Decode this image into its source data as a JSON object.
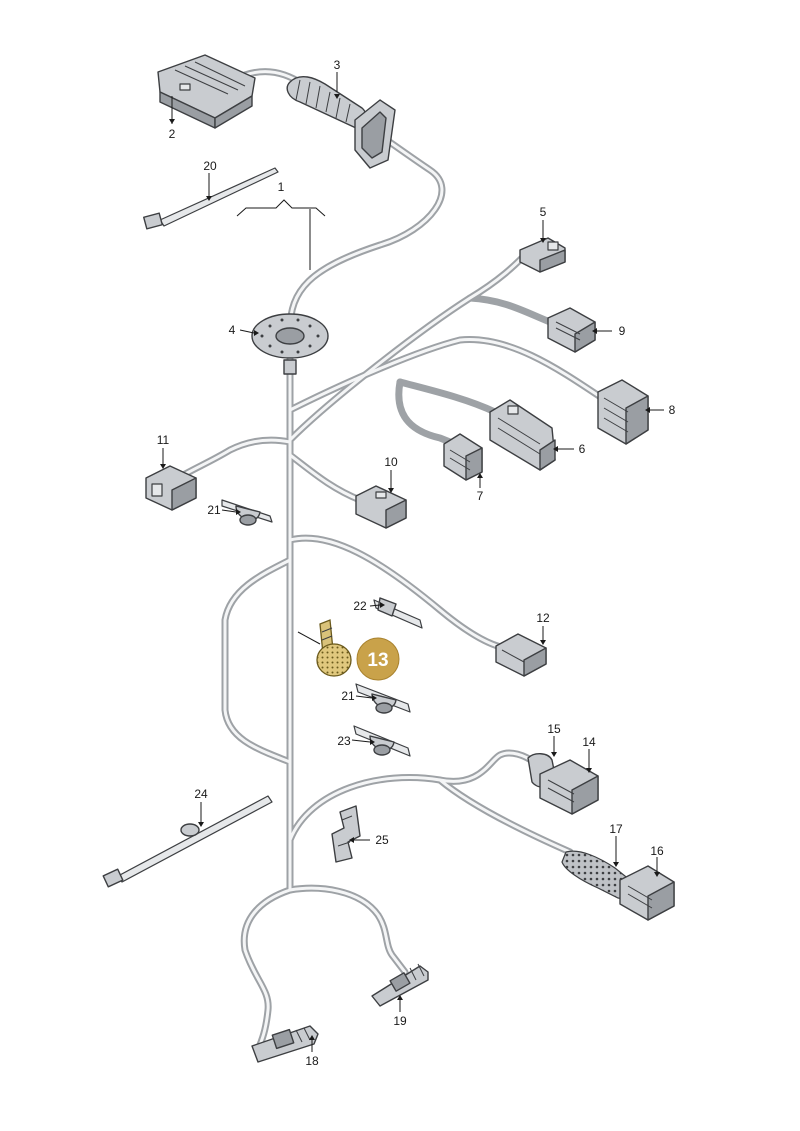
{
  "diagram": {
    "highlighted_part": "13",
    "highlight_color": "#c9a24a",
    "wire_color": "#9ea2a6",
    "callouts": [
      "1",
      "2",
      "3",
      "4",
      "5",
      "6",
      "7",
      "8",
      "9",
      "10",
      "11",
      "12",
      "14",
      "15",
      "16",
      "17",
      "18",
      "19",
      "20",
      "21",
      "21",
      "22",
      "23",
      "24",
      "25"
    ]
  }
}
